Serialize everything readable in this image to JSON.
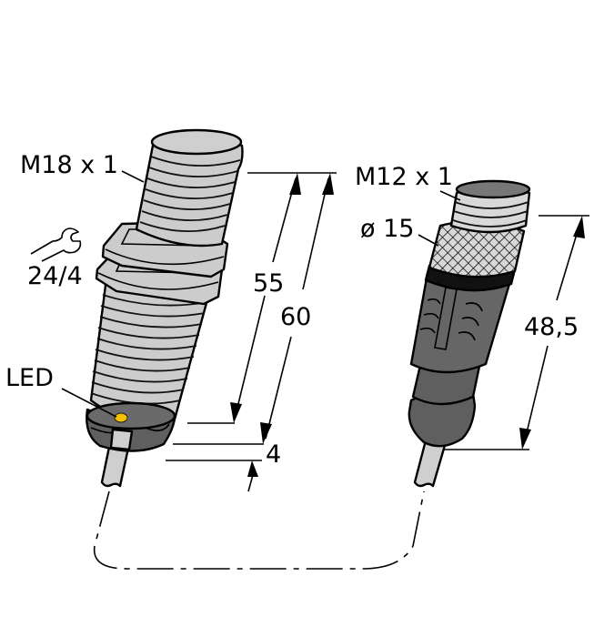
{
  "drawing": {
    "title": "Inductive sensor dimensional drawing",
    "sensor": {
      "thread_label": "M18 x 1",
      "wrench_size_label": "24/4",
      "led_label": "LED",
      "dimensions": {
        "length_thread": "55",
        "length_total": "60",
        "face_offset": "4"
      }
    },
    "connector": {
      "thread_label": "M12 x 1",
      "diameter_label": "ø 15",
      "length_label": "48,5"
    },
    "icons": {
      "wrench": "wrench-icon"
    },
    "colors": {
      "housing_gray": "#cccccc",
      "connector_body": "#666666",
      "sensor_face": "#5f5f5f",
      "led_yellow": "#f5c000",
      "cable": "#cfcfcf",
      "outline": "#000000"
    }
  }
}
